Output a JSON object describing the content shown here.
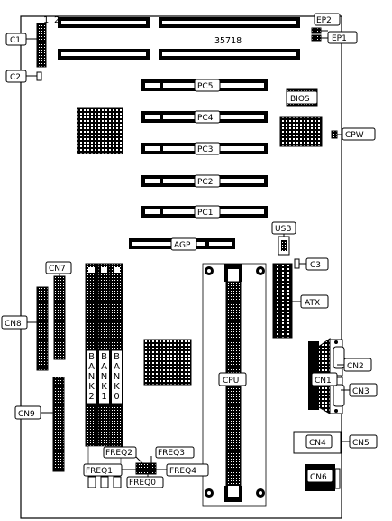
{
  "board": {
    "model_number": "35718",
    "pin_marks": "1 2"
  },
  "labels": {
    "c1": "C1",
    "c2": "C2",
    "c3": "C3",
    "ep1": "EP1",
    "ep2": "EP2",
    "cpw": "CPW",
    "bios": "BIOS",
    "pc1": "PC1",
    "pc2": "PC2",
    "pc3": "PC3",
    "pc4": "PC4",
    "pc5": "PC5",
    "agp": "AGP",
    "usb": "USB",
    "atx": "ATX",
    "cpu": "CPU",
    "cn1": "CN1",
    "cn2": "CN2",
    "cn3": "CN3",
    "cn4": "CN4",
    "cn5": "CN5",
    "cn6": "CN6",
    "cn7": "CN7",
    "cn8": "CN8",
    "cn9": "CN9",
    "freq0": "FREQ0",
    "freq1": "FREQ1",
    "freq2": "FREQ2",
    "freq3": "FREQ3",
    "freq4": "FREQ4",
    "bank0": "BANK0",
    "bank1": "BANK1",
    "bank2": "BANK2"
  }
}
